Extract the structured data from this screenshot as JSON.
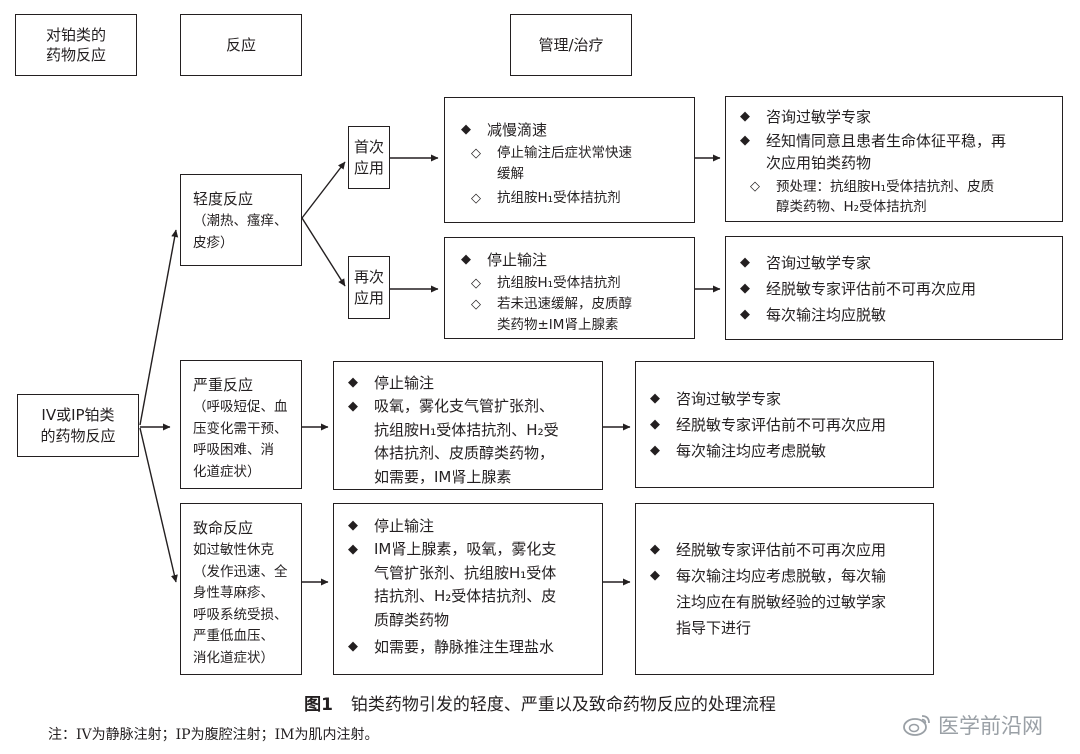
{
  "headers": {
    "col1": "对铂类的\n药物反应",
    "col2": "反应",
    "col3": "管理/治疗"
  },
  "start": "IV或IP铂类\n的药物反应",
  "mild": {
    "title": "轻度反应",
    "desc": "（潮热、瘙痒、\n皮疹）",
    "first": {
      "label": "首次\n应用",
      "treatment": {
        "main": "减慢滴速",
        "sub1": "停止输注后症状常快速\n缓解",
        "sub2": "抗组胺H₁受体拮抗剂"
      },
      "followup": {
        "item1": "咨询过敏学专家",
        "item2": "经知情同意且患者生命体征平稳，再\n次应用铂类药物",
        "sub1": "预处理：抗组胺H₁受体拮抗剂、皮质\n醇类药物、H₂受体拮抗剂"
      }
    },
    "second": {
      "label": "再次\n应用",
      "treatment": {
        "main": "停止输注",
        "sub1": "抗组胺H₁受体拮抗剂",
        "sub2": "若未迅速缓解，皮质醇\n类药物±IM肾上腺素"
      },
      "followup": {
        "item1": "咨询过敏学专家",
        "item2": "经脱敏专家评估前不可再次应用",
        "item3": "每次输注均应脱敏"
      }
    }
  },
  "severe": {
    "title": "严重反应",
    "desc": "（呼吸短促、血\n压变化需干预、\n呼吸困难、消\n化道症状）",
    "treatment": {
      "item1": "停止输注",
      "item2": "吸氧，雾化支气管扩张剂、\n抗组胺H₁受体拮抗剂、H₂受\n体拮抗剂、皮质醇类药物，\n如需要，IM肾上腺素"
    },
    "followup": {
      "item1": "咨询过敏学专家",
      "item2": "经脱敏专家评估前不可再次应用",
      "item3": "每次输注均应考虑脱敏"
    }
  },
  "fatal": {
    "title": "致命反应",
    "desc": "如过敏性休克\n（发作迅速、全\n身性荨麻疹、\n呼吸系统受损、\n严重低血压、\n消化道症状）",
    "treatment": {
      "item1": "停止输注",
      "item2": "IM肾上腺素，吸氧，雾化支\n气管扩张剂、抗组胺H₁受体\n拮抗剂、H₂受体拮抗剂、皮\n质醇类药物",
      "item3": "如需要，静脉推注生理盐水"
    },
    "followup": {
      "item1": "经脱敏专家评估前不可再次应用",
      "item2": "每次输注均应考虑脱敏，每次输\n注均应在有脱敏经验的过敏学家\n指导下进行"
    }
  },
  "bullet_main": "◆",
  "bullet_sub": "◇",
  "caption_num": "图1",
  "caption_text": "铂类药物引发的轻度、严重以及致命药物反应的处理流程",
  "note": "注：IV为静脉注射；IP为腹腔注射；IM为肌内注射。",
  "watermark": "医学前沿网"
}
